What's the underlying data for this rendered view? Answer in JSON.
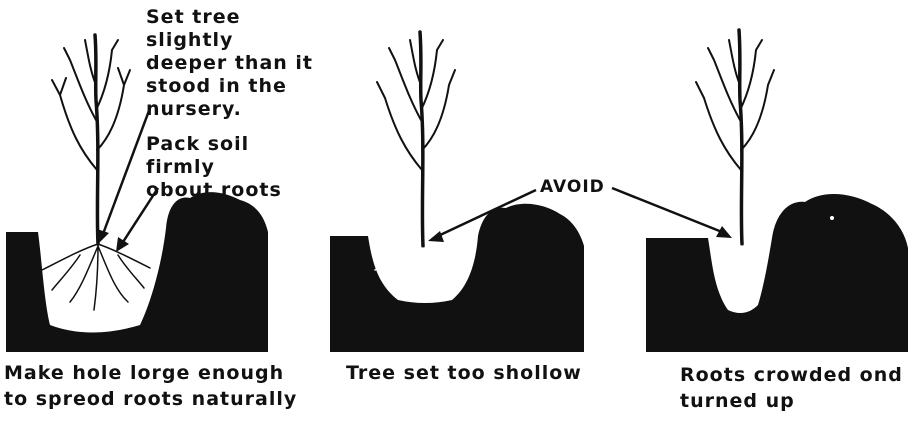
{
  "panels": [
    {
      "caption": "Make hole lorge enough\nto spreod roots naturally",
      "notes": [
        "Set tree slightly\ndeeper than it\nstood in the\nnursery.",
        "Pack soil firmly\nobout roots"
      ]
    },
    {
      "caption": "Tree set too shollow"
    },
    {
      "caption": "Roots crowded ond\nturned up"
    }
  ],
  "avoid_label": "AVOID",
  "colors": {
    "ink": "#111111",
    "paper": "#ffffff"
  }
}
